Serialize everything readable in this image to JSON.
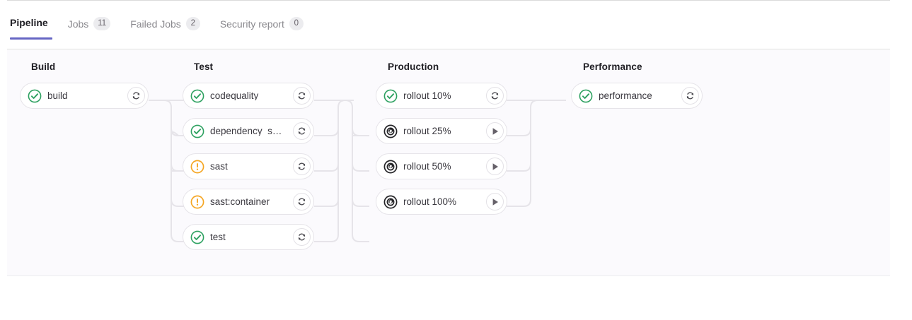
{
  "tabs": [
    {
      "label": "Pipeline",
      "count": null,
      "active": true,
      "name": "tab-pipeline"
    },
    {
      "label": "Jobs",
      "count": "11",
      "active": false,
      "name": "tab-jobs"
    },
    {
      "label": "Failed Jobs",
      "count": "2",
      "active": false,
      "name": "tab-failed-jobs"
    },
    {
      "label": "Security report",
      "count": "0",
      "active": false,
      "name": "tab-security-report"
    }
  ],
  "colors": {
    "accent": "#6666c4",
    "success": "#108548",
    "warning": "#ab6100",
    "warning_icon": "#f5a623",
    "manual": "#232326",
    "canvas": "#fbfafd",
    "border": "#e6e4e9"
  },
  "stages": [
    {
      "title": "Build",
      "jobs": [
        {
          "label": "build",
          "status": "success",
          "action": "retry"
        }
      ]
    },
    {
      "title": "Test",
      "jobs": [
        {
          "label": "codequality",
          "status": "success",
          "action": "retry"
        },
        {
          "label": "dependency_s…",
          "status": "success",
          "action": "retry"
        },
        {
          "label": "sast",
          "status": "warning",
          "action": "retry"
        },
        {
          "label": "sast:container",
          "status": "warning",
          "action": "retry"
        },
        {
          "label": "test",
          "status": "success",
          "action": "retry"
        }
      ]
    },
    {
      "title": "Production",
      "jobs": [
        {
          "label": "rollout 10%",
          "status": "success",
          "action": "retry"
        },
        {
          "label": "rollout 25%",
          "status": "manual",
          "action": "play"
        },
        {
          "label": "rollout 50%",
          "status": "manual",
          "action": "play"
        },
        {
          "label": "rollout 100%",
          "status": "manual",
          "action": "play"
        }
      ]
    },
    {
      "title": "Performance",
      "jobs": [
        {
          "label": "performance",
          "status": "success",
          "action": "retry"
        }
      ]
    }
  ]
}
